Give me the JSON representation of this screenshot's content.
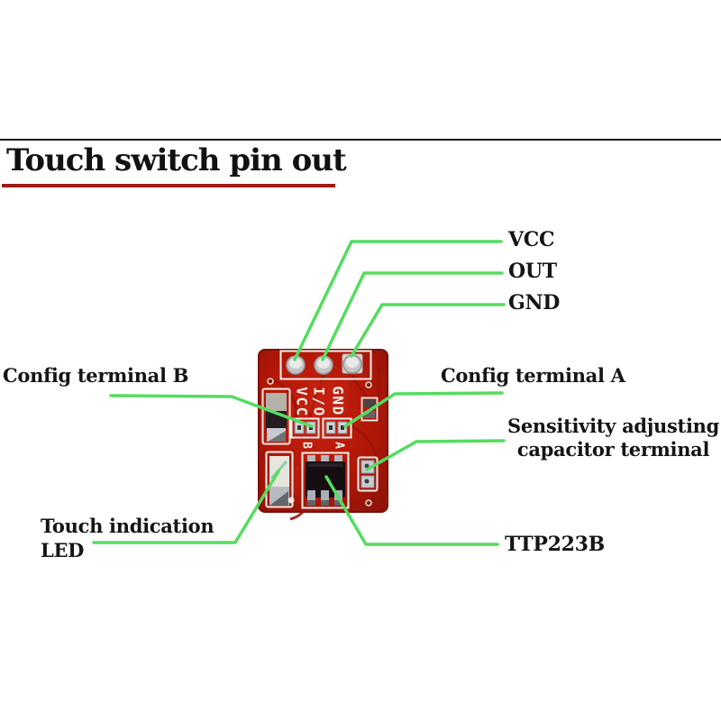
{
  "title": {
    "text": "Touch switch pin out"
  },
  "colors": {
    "annotation_line_green": "#55dc5f",
    "title_underline_red": "#a01913",
    "top_rule_black": "#1a1a1a",
    "pcb_red": "#b81a0c",
    "silkscreen_white": "#f3efe6",
    "label_text": "#151515"
  },
  "pin_labels": {
    "vcc": "VCC",
    "out": "OUT",
    "gnd": "GND"
  },
  "callouts": {
    "config_b": "Config terminal B",
    "config_a": "Config terminal A",
    "sensitivity_line1": "Sensitivity adjusting",
    "sensitivity_line2": "capacitor terminal",
    "led_line1": "Touch indication",
    "led_line2": "LED",
    "chip": "TTP223B"
  },
  "pcb_silkscreen": {
    "pin1": "VCC",
    "pin2": "I/O",
    "pin3": "GND",
    "pad_b": "B",
    "pad_a": "A"
  }
}
